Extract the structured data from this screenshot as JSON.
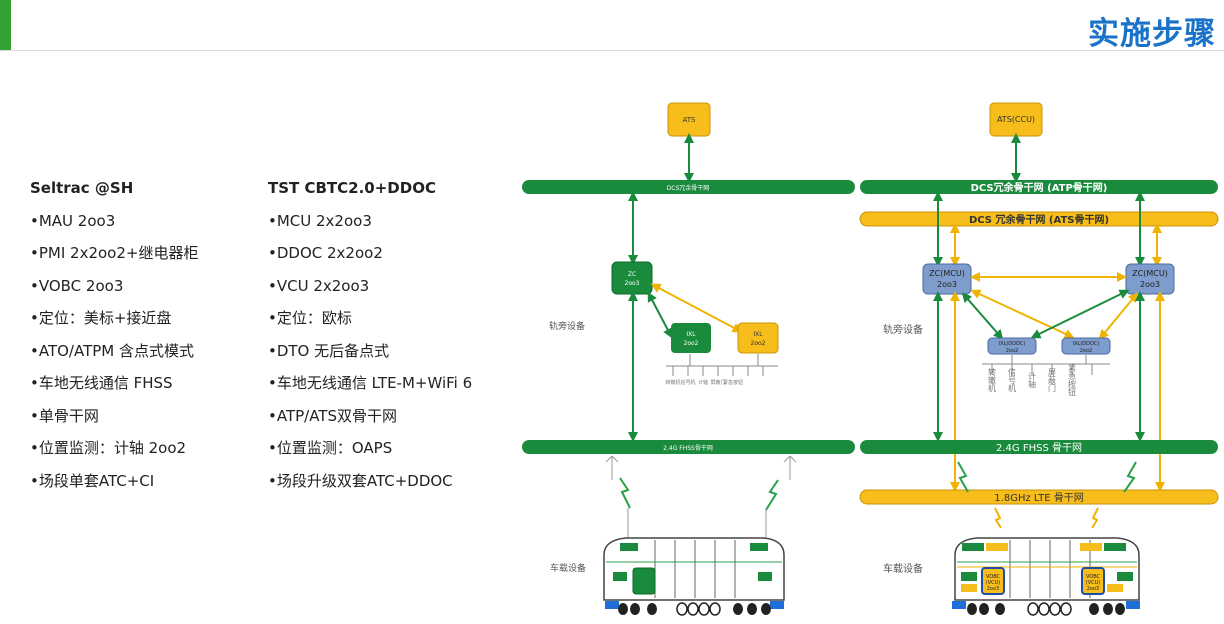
{
  "title": "实施步骤",
  "left_column": {
    "heading": "Seltrac @SH",
    "items": [
      "•MAU 2oo3",
      "•PMI 2x2oo2+继电器柜",
      "•VOBC 2oo3",
      "•定位：美标+接近盘",
      "•ATO/ATPM 含点式模式",
      "•车地无线通信 FHSS",
      "•单骨干网",
      "•位置监测：计轴 2oo2",
      "•场段单套ATC+CI"
    ]
  },
  "right_column": {
    "heading": "TST CBTC2.0+DDOC",
    "items": [
      "•MCU 2x2oo3",
      "•DDOC 2x2oo2",
      "•VCU 2x2oo3",
      "•定位：欧标",
      "•DTO 无后备点式",
      "•车地无线通信 LTE-M+WiFi 6",
      "•ATP/ATS双骨干网",
      "•位置监测：OAPS",
      "•场段升级双套ATC+DDOC"
    ]
  },
  "diagram_left": {
    "ats": "ATS",
    "dcs_bus": "DCS冗余骨干网",
    "zc": [
      "ZC",
      "2oo3"
    ],
    "ixl1": [
      "IXL",
      "2oo2"
    ],
    "ixl2": [
      "IXL",
      "2oo2"
    ],
    "trackside_label": "轨旁设备",
    "field_devices": [
      "转辙机",
      "信号机",
      "计轴",
      "屏蔽门",
      "紧急按钮"
    ],
    "fhss_bus": "2.4G FHSS骨干网",
    "onboard_label": "车载设备"
  },
  "diagram_right": {
    "ats": "ATS(CCU)",
    "atp_bus": "DCS冗余骨干网 (ATP骨干网)",
    "ats_bus": "DCS 冗余骨干网 (ATS骨干网)",
    "zc_left": [
      "ZC(MCU)",
      "2oo3"
    ],
    "zc_right": [
      "ZC(MCU)",
      "2oo3"
    ],
    "ddoc_left": [
      "IXL(DDOC)",
      "2oo2"
    ],
    "ddoc_right": [
      "IXL(DDOC)",
      "2oo2"
    ],
    "trackside_label": "轨旁设备",
    "field_devices": [
      "转辙机",
      "信号机",
      "计轴",
      "屏蔽门",
      "紧急按钮"
    ],
    "fhss_bus": "2.4G FHSS 骨干网",
    "lte_bus": "1.8GHz LTE 骨干网",
    "onboard_label": "车载设备",
    "vcu": [
      "VOBC",
      "(VCU)",
      "2oo3"
    ]
  },
  "colors": {
    "green": "#1a8a3c",
    "yellow": "#f7bd1a",
    "blue": "#7e9ccc",
    "accent": "#1a73c8"
  }
}
